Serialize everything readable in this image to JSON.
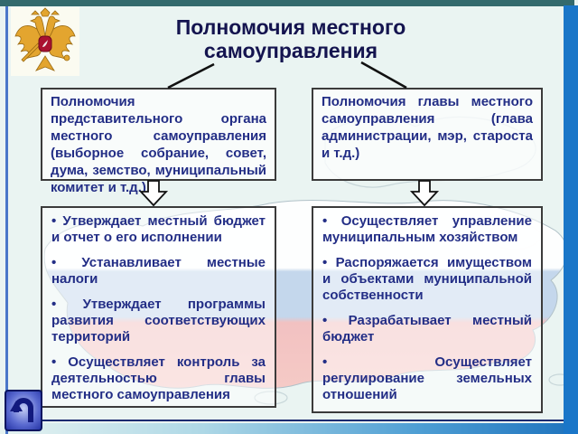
{
  "slide": {
    "title": "Полномочия местного самоуправления",
    "bullet_char": "•",
    "top_left_box": "Полномочия представительного органа местного самоуправления (выборное собрание, совет, дума, земство, муниципальный комитет и т.д.)",
    "top_right_box": "Полномочия главы местного самоуправления (глава администрации, мэр, староста и т.д.)",
    "bottom_left_box": {
      "items": [
        "Утверждает местный бюджет и отчет о его исполнении",
        "Устанавливает местные налоги",
        "Утверждает программы развития соответствующих территорий",
        "Осуществляет контроль за деятельностью главы местного самоуправления"
      ]
    },
    "bottom_right_box": {
      "items": [
        "Осуществляет управление муниципальным хозяйством",
        "Распоряжается имуществом и объектами муниципальной собственности",
        "Разрабатывает местный бюджет",
        "Осуществляет регулирование земельных отношений"
      ]
    },
    "icons": {
      "coat_of_arms": "russian-eagle-icon",
      "nav_button": "u-turn-arrow-icon"
    },
    "colors": {
      "accent_teal": "#336a6d",
      "accent_blue": "#1a76c8",
      "title_text": "#14144f",
      "body_text": "#232e86",
      "flag_white": "#ffffff",
      "flag_blue": "#c2d6ec",
      "flag_red": "#f3bfbf"
    }
  }
}
